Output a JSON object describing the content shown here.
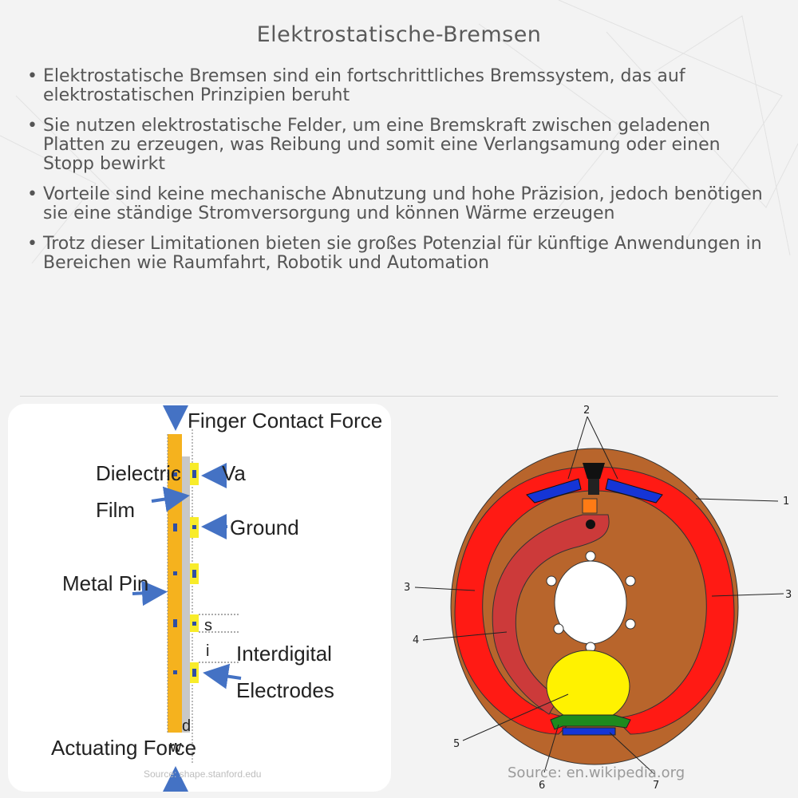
{
  "title": "Elektrostatische-Bremsen",
  "bullets": [
    "Elektrostatische Bremsen sind ein fortschrittliches Bremssystem, das auf elektrostatischen Prinzipien beruht",
    "Sie nutzen elektrostatische Felder, um eine Bremskraft zwischen geladenen Platten zu erzeugen, was Reibung und somit eine Verlangsamung oder einen Stopp bewirkt",
    "Vorteile sind keine mechanische Abnutzung und hohe Präzision, jedoch benötigen sie eine ständige Stromversorgung und können Wärme erzeugen",
    "Trotz dieser Limitationen bieten sie großes Potenzial für künftige Anwendungen in Bereichen wie Raumfahrt, Robotik und Automation"
  ],
  "left_figure": {
    "finger_contact_force": "Finger Contact Force",
    "dielectric": "Dielectric",
    "film": "Film",
    "va": "Va",
    "ground": "Ground",
    "metal_pin": "Metal Pin",
    "s": "s",
    "i": "i",
    "interdigital": "Interdigital",
    "electrodes": "Electrodes",
    "d": "d",
    "w": "w",
    "actuating_force": "Actuating Force",
    "source": "Source: shape.stanford.edu"
  },
  "right_figure": {
    "labels": [
      "1",
      "2",
      "3",
      "3",
      "4",
      "5",
      "6",
      "7"
    ],
    "source": "Source: en.wikipedia.org"
  },
  "colors": {
    "pin": "#f5b21e",
    "film": "#c8c8c8",
    "electrode": "#f8ec2a",
    "arrow": "#4472c4",
    "drum": "#b8652c",
    "shoe": "#ff1a14",
    "arm": "#cc3a3a",
    "cam": "#fff200",
    "piston_blue": "#1535d6",
    "green": "#1e8a1e"
  }
}
